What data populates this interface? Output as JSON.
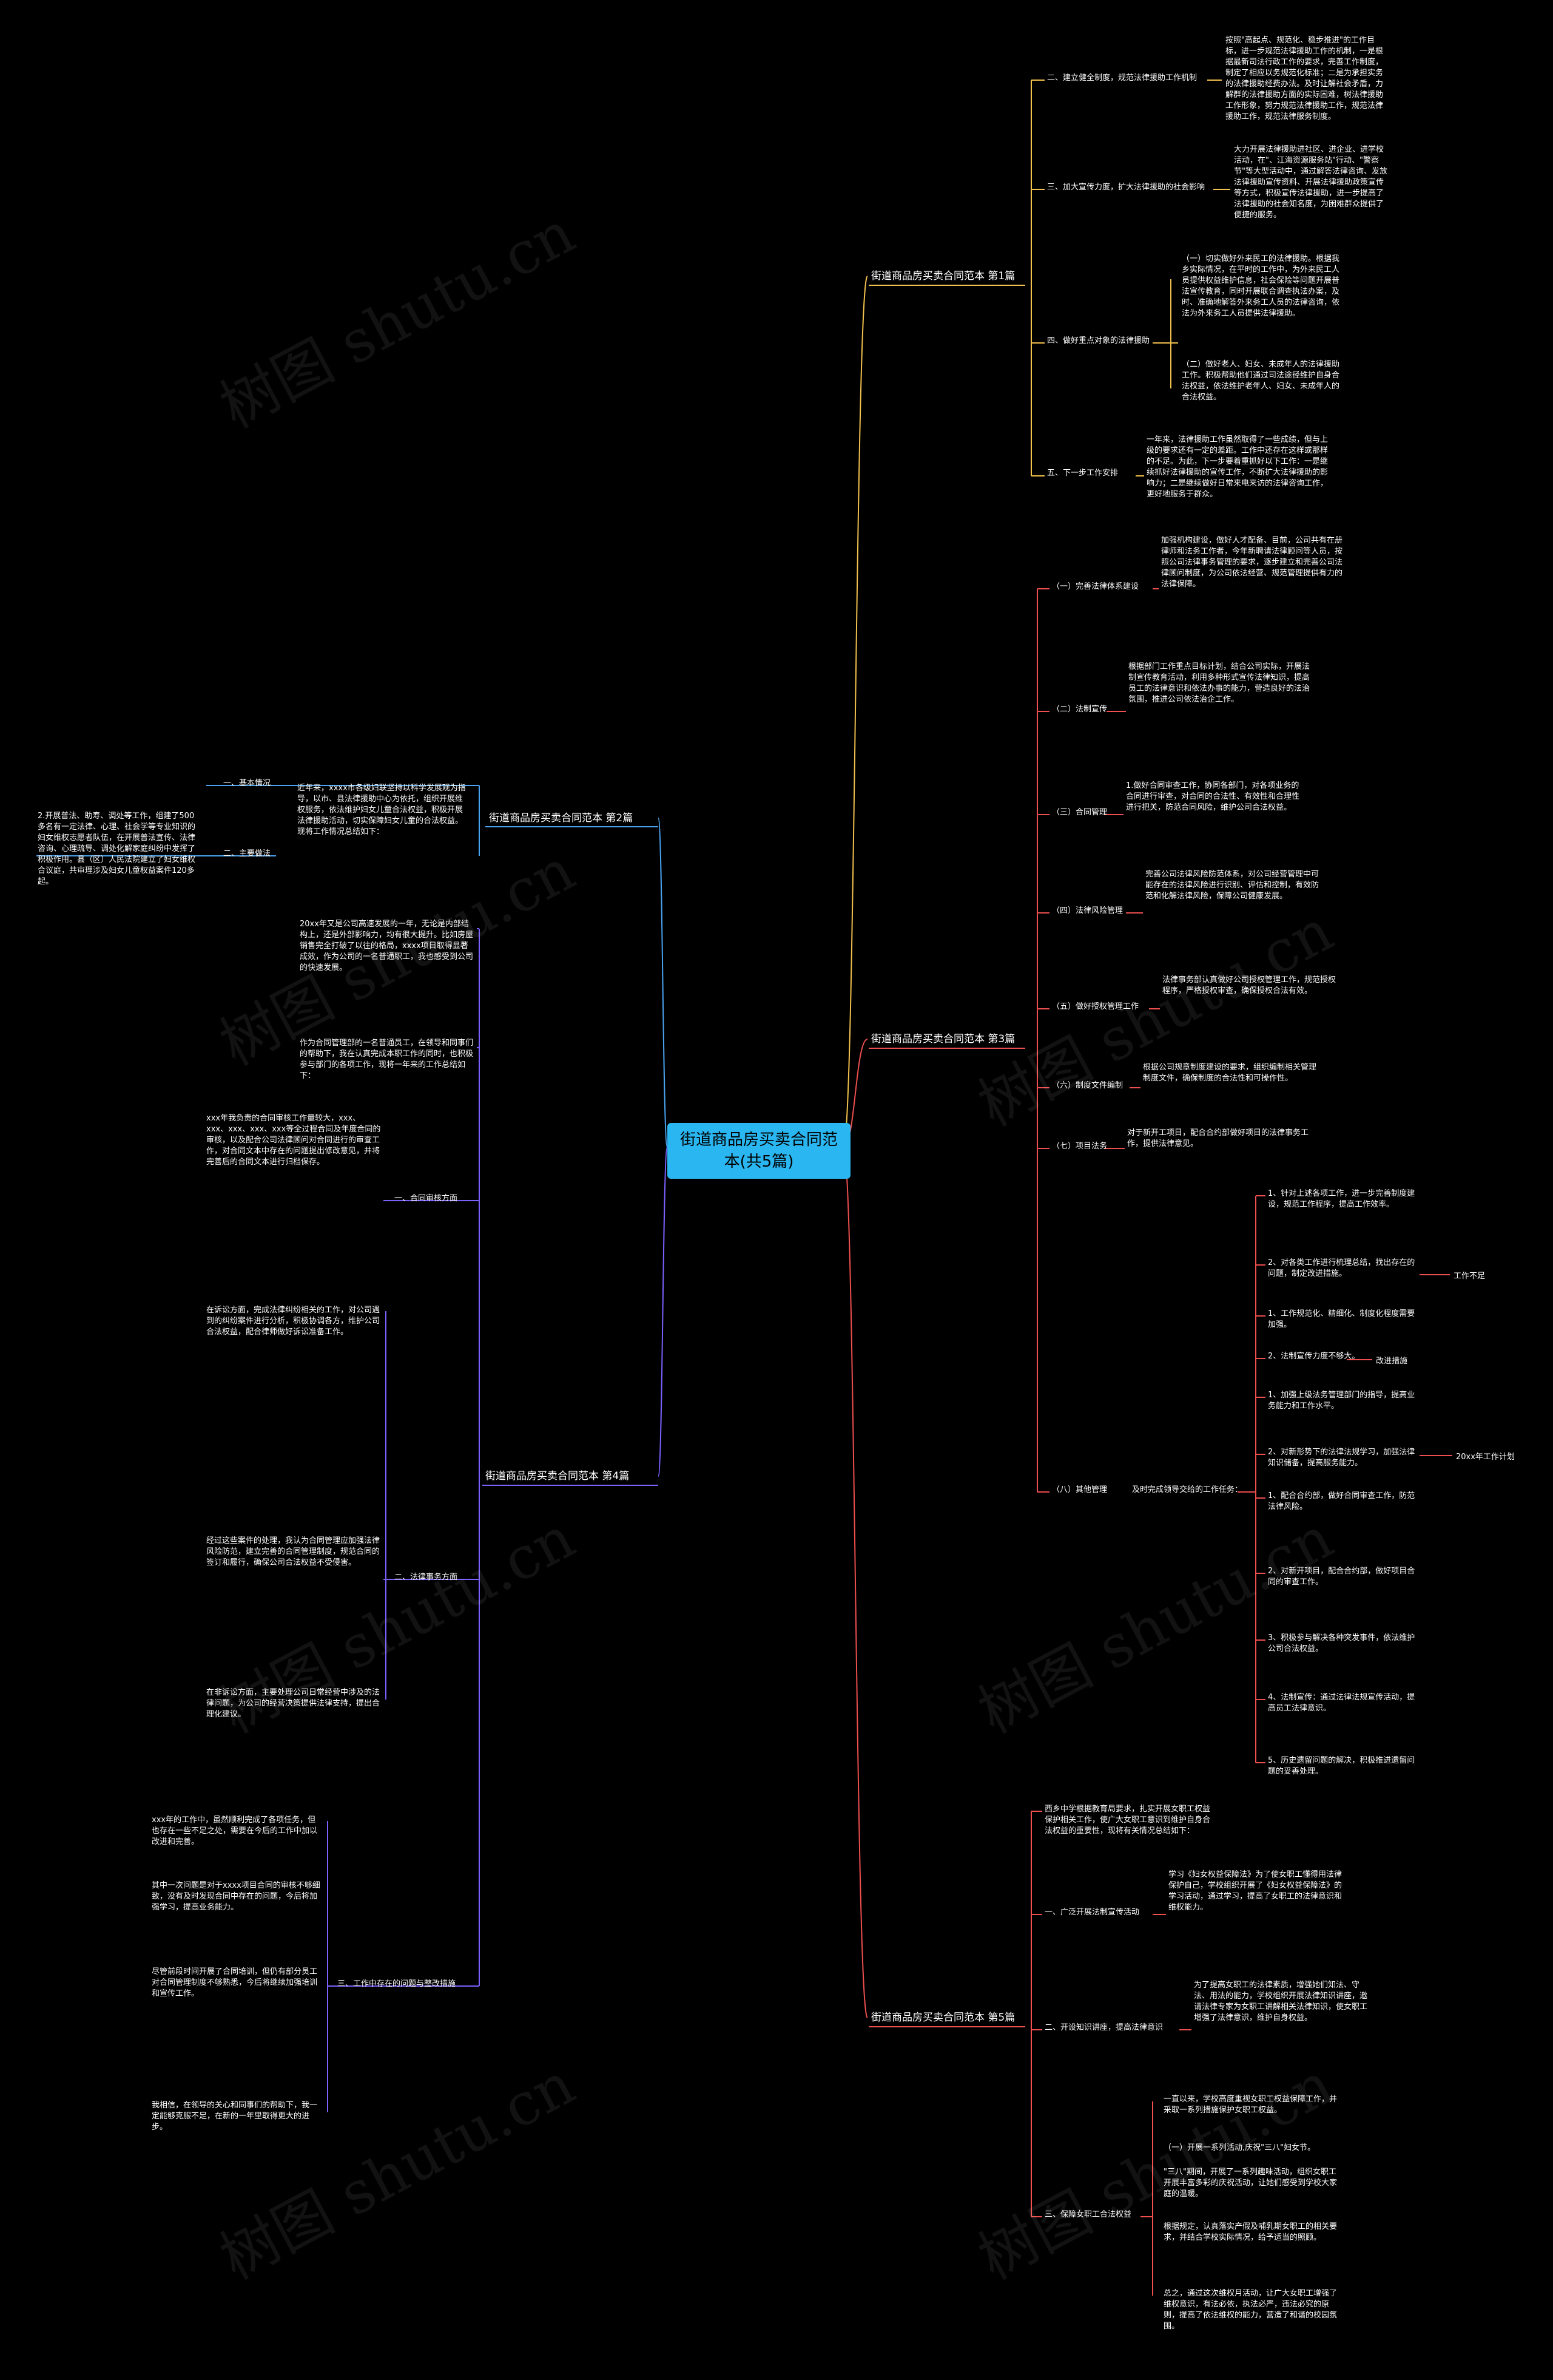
{
  "root": "街道商品房买卖合同范本(共5篇)",
  "watermark": "树图 shutu.cn",
  "colors": {
    "b1": "#f2c14e",
    "b2": "#4aa3f0",
    "b3": "#ef4f4f",
    "b4": "#7b61ff",
    "b5": "#ef4f4f",
    "root": "#2ab6f0"
  },
  "branches": {
    "b1": {
      "label": "街道商品房买卖合同范本 第1篇",
      "s1": "二、建立健全制度，规范法律援助工作机制",
      "s1t": "按照\"高起点、规范化、稳步推进\"的工作目标，进一步规范法律援助工作的机制，一是根据最新司法行政工作的要求，完善工作制度，制定了相应以务规范化标准；二是为承担实务的法律援助经费办法。及时让解社会矛盾，力解群的法律援助方面的实际困难，树法律援助工作形象，努力规范法律援助工作，规范法律援助工作，规范法律服务制度。",
      "s2": "三、加大宣传力度，扩大法律援助的社会影响",
      "s2t": "大力开展法律援助进社区、进企业、进学校活动，在\"、江海资源服务站\"行动、\"警察节\"等大型活动中，通过解答法律咨询、发放法律援助宣传资料、开展法律援助政策宣传等方式，积极宣传法律援助，进一步提高了法律援助的社会知名度，为困难群众提供了便捷的服务。",
      "s3": "四、做好重点对象的法律援助",
      "s3t1": "（一）切实做好外来民工的法律援助。根据我乡实际情况，在平时的工作中，为外来民工人员提供权益维护信息，社会保险等问题开展普法宣传教育，同时开展联合调查执法办案，及时、准确地解答外来务工人员的法律咨询，依法为外来务工人员提供法律援助。",
      "s3t2": "（二）做好老人、妇女、未成年人的法律援助工作。积极帮助他们通过司法途径维护自身合法权益，依法维护老年人、妇女、未成年人的合法权益。",
      "s4": "五、下一步工作安排",
      "s4t": "一年来，法律援助工作虽然取得了一些成绩，但与上级的要求还有一定的差距。工作中还存在这样或那样的不足。为此，下一步要着重抓好以下工作：一是继续抓好法律援助的宣传工作，不断扩大法律援助的影响力；二是继续做好日常来电来访的法律咨询工作，更好地服务于群众。"
    },
    "b2": {
      "label": "街道商品房买卖合同范本 第2篇",
      "s1": "一、基本情况",
      "s1t": "近年来，xxxx市各级妇联坚持以科学发展观为指导，以市、县法律援助中心为依托，组织开展维权服务，依法维护妇女儿童合法权益，积极开展法律援助活动，切实保障妇女儿童的合法权益。现将工作情况总结如下：",
      "s2": "二、主要做法",
      "s2t": "2.开展普法、助寿、调处等工作，组建了500多名有一定法律、心理、社会学等专业知识的妇女维权志愿者队伍，在开展普法宣传、法律咨询、心理疏导、调处化解家庭纠纷中发挥了积极作用。县（区）人民法院建立了妇女维权合议庭，共审理涉及妇女儿童权益案件120多起。"
    },
    "b3": {
      "label": "街道商品房买卖合同范本 第3篇",
      "s1": "（一）完善法律体系建设",
      "s1t": "加强机构建设，做好人才配备、目前，公司共有在册律师和法务工作者，今年新聘请法律顾问等人员，按照公司法律事务管理的要求，逐步建立和完善公司法律顾问制度，为公司依法经营、规范管理提供有力的法律保障。",
      "s2": "（二）法制宣传",
      "s2t": "根据部门工作重点目标计划，结合公司实际，开展法制宣传教育活动，利用多种形式宣传法律知识，提高员工的法律意识和依法办事的能力，营造良好的法治氛围，推进公司依法治企工作。",
      "s3": "（三）合同管理",
      "s3t": "1.做好合同审查工作，协同各部门，对各项业务的合同进行审查，对合同的合法性、有效性和合理性进行把关，防范合同风险，维护公司合法权益。",
      "s4": "（四）法律风险管理",
      "s4t": "完善公司法律风险防范体系，对公司经营管理中可能存在的法律风险进行识别、评估和控制，有效防范和化解法律风险，保障公司健康发展。",
      "s5": "（五）做好授权管理工作",
      "s5t": "法律事务部认真做好公司授权管理工作，规范授权程序，严格授权审查，确保授权合法有效。",
      "s6": "（六）制度文件编制",
      "s6t": "根据公司规章制度建设的要求，组织编制相关管理制度文件，确保制度的合法性和可操作性。",
      "s7": "（七）项目法务",
      "s7t": "对于新开工项目，配合合约部做好项目的法律事务工作，提供法律意见。",
      "s8": "（八）其他管理",
      "s8b": "及时完成领导交给的工作任务：",
      "items": [
        "1、针对上述各项工作，进一步完善制度建设，规范工作程序，提高工作效率。",
        "2、对各类工作进行梳理总结，找出存在的问题，制定改进措施。",
        "1、工作规范化、精细化、制度化程度需要加强。",
        "2、法制宣传力度不够大。",
        "1、加强上级法务管理部门的指导，提高业务能力和工作水平。",
        "2、对新形势下的法律法规学习，加强法律知识储备，提高服务能力。",
        "1、配合合约部，做好合同审查工作，防范法律风险。",
        "2、对新开项目，配合合约部，做好项目合同的审查工作。",
        "3、积极参与解决各种突发事件，依法维护公司合法权益。",
        "4、法制宣传：通过法律法规宣传活动，提高员工法律意识。",
        "5、历史遗留问题的解决，积极推进遗留问题的妥善处理。"
      ],
      "tags": [
        "工作不足",
        "改进措施",
        "20xx年工作计划"
      ]
    },
    "b4": {
      "label": "街道商品房买卖合同范本 第4篇",
      "p1": "20xx年又是公司高速发展的一年，无论是内部结构上，还是外部影响力，均有很大提升。比如房屋销售完全打破了以往的格局，xxxx项目取得显著成效，作为公司的一名普通职工，我也感受到公司的快速发展。",
      "p2": "作为合同管理部的一名普通员工，在领导和同事们的帮助下，我在认真完成本职工作的同时，也积极参与部门的各项工作，现将一年来的工作总结如下：",
      "s1": "一、合同审核方面",
      "s1t": "xxx年我负责的合同审核工作量较大，xxx、xxx、xxx、xxx、xxx等全过程合同及年度合同的审核，以及配合公司法律顾问对合同进行的审查工作，对合同文本中存在的问题提出修改意见，并将完善后的合同文本进行归档保存。",
      "s2": "二、法律事务方面",
      "s2t1": "在诉讼方面，完成法律纠纷相关的工作，对公司遇到的纠纷案件进行分析，积极协调各方，维护公司合法权益，配合律师做好诉讼准备工作。",
      "s2t2": "经过这些案件的处理，我认为合同管理应加强法律风险防范，建立完善的合同管理制度，规范合同的签订和履行，确保公司合法权益不受侵害。",
      "s2t3": "在非诉讼方面，主要处理公司日常经营中涉及的法律问题，为公司的经营决策提供法律支持，提出合理化建议。",
      "s3": "三、工作中存在的问题与整改措施",
      "s3t1": "xxx年的工作中，虽然顺利完成了各项任务，但也存在一些不足之处，需要在今后的工作中加以改进和完善。",
      "s3t2": "其中一次问题是对于xxxx项目合同的审核不够细致，没有及时发现合同中存在的问题，今后将加强学习，提高业务能力。",
      "s3t3": "尽管前段时间开展了合同培训，但仍有部分员工对合同管理制度不够熟悉，今后将继续加强培训和宣传工作。",
      "s3t4": "我相信，在领导的关心和同事们的帮助下，我一定能够克服不足，在新的一年里取得更大的进步。"
    },
    "b5": {
      "label": "街道商品房买卖合同范本 第5篇",
      "p0": "西乡中学根据教育局要求，扎实开展女职工权益保护相关工作，使广大女职工意识到维护自身合法权益的重要性，现将有关情况总结如下：",
      "s1": "一、广泛开展法制宣传活动",
      "s1t": "学习《妇女权益保障法》为了使女职工懂得用法律保护自己，学校组织开展了《妇女权益保障法》的学习活动，通过学习，提高了女职工的法律意识和维权能力。",
      "s2": "二、开设知识讲座，提高法律意识",
      "s2t": "为了提高女职工的法律素质，增强她们知法、守法、用法的能力，学校组织开展法律知识讲座，邀请法律专家为女职工讲解相关法律知识，使女职工增强了法律意识，维护自身权益。",
      "s3": "三、保障女职工合法权益",
      "s3a": "一直以来，学校高度重视女职工权益保障工作，并采取一系列措施保护女职工权益。",
      "s3b": "（一）开展一系列活动,庆祝\"三八\"妇女节。",
      "s3c": "\"三八\"期间，开展了一系列趣味活动，组织女职工开展丰富多彩的庆祝活动，让她们感受到学校大家庭的温暖。",
      "s3d": "根据规定，认真落实产假及哺乳期女职工的相关要求，并结合学校实际情况，给予适当的照顾。",
      "s3e": "总之，通过这次维权月活动，让广大女职工增强了维权意识，有法必依，执法必严，违法必究的原则，提高了依法维权的能力，营造了和谐的校园氛围。"
    }
  }
}
